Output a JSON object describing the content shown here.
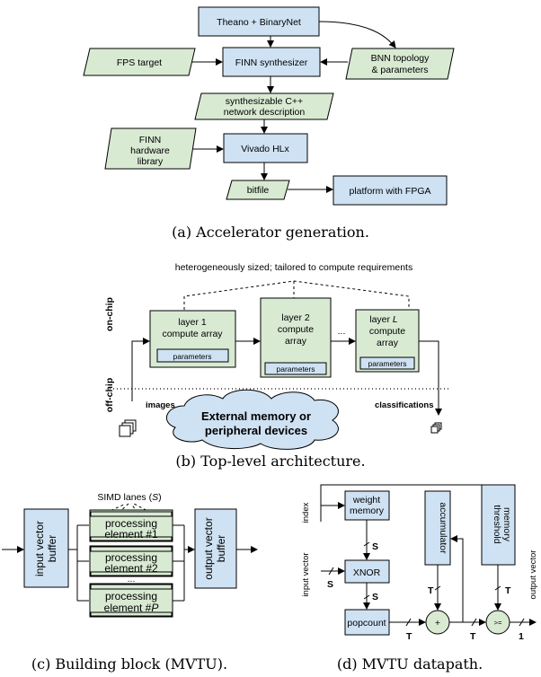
{
  "panel_a": {
    "theano": "Theano + BinaryNet",
    "fps": "FPS target",
    "finn": "FINN synthesizer",
    "bnn1": "BNN topology",
    "bnn2": "& parameters",
    "cpp1": "synthesizable C++",
    "cpp2": "network description",
    "lib1": "FINN",
    "lib2": "hardware",
    "lib3": "library",
    "vivado": "Vivado HLx",
    "bitfile": "bitfile",
    "platform": "platform with FPGA",
    "caption": "(a) Accelerator generation."
  },
  "panel_b": {
    "hetero": "heterogeneously sized; tailored to compute requirements",
    "onchip": "on-chip",
    "offchip": "off-chip",
    "l1a": "layer 1",
    "l1b": "compute array",
    "l2a": "layer 2",
    "l2b": "compute",
    "l2c": "array",
    "lLa": "layer",
    "lLi": "L",
    "lLb": "compute",
    "lLc": "array",
    "params": "parameters",
    "dots": "...",
    "images": "images",
    "classifications": "classifications",
    "ext1": "External memory or",
    "ext2": "peripheral devices",
    "caption": "(b) Top-level architecture."
  },
  "panel_c": {
    "simd": "SIMD lanes (",
    "simd_s": "S",
    "simd_end": ")",
    "inbuf1": "input vector",
    "inbuf2": "buffer",
    "pe1a": "processing",
    "pe1b": "element #1",
    "pe2a": "processing",
    "pe2b": "element #2",
    "pep_a": "processing",
    "pep_b": "element #",
    "pep_p": "P",
    "dots": "...",
    "outbuf1": "output vector",
    "outbuf2": "buffer",
    "caption": "(c) Building block (MVTU)."
  },
  "panel_d": {
    "index": "index",
    "weight1": "weight",
    "weight2": "memory",
    "input_vector": "input vector",
    "xnor": "XNOR",
    "popcount": "popcount",
    "accumulator": "accumulator",
    "thresh1": "threshold",
    "thresh2": "memory",
    "output_vector": "output vector",
    "plus": "+",
    "ge": ">=",
    "S": "S",
    "T": "T",
    "one": "1",
    "caption": "(d) MVTU datapath."
  }
}
